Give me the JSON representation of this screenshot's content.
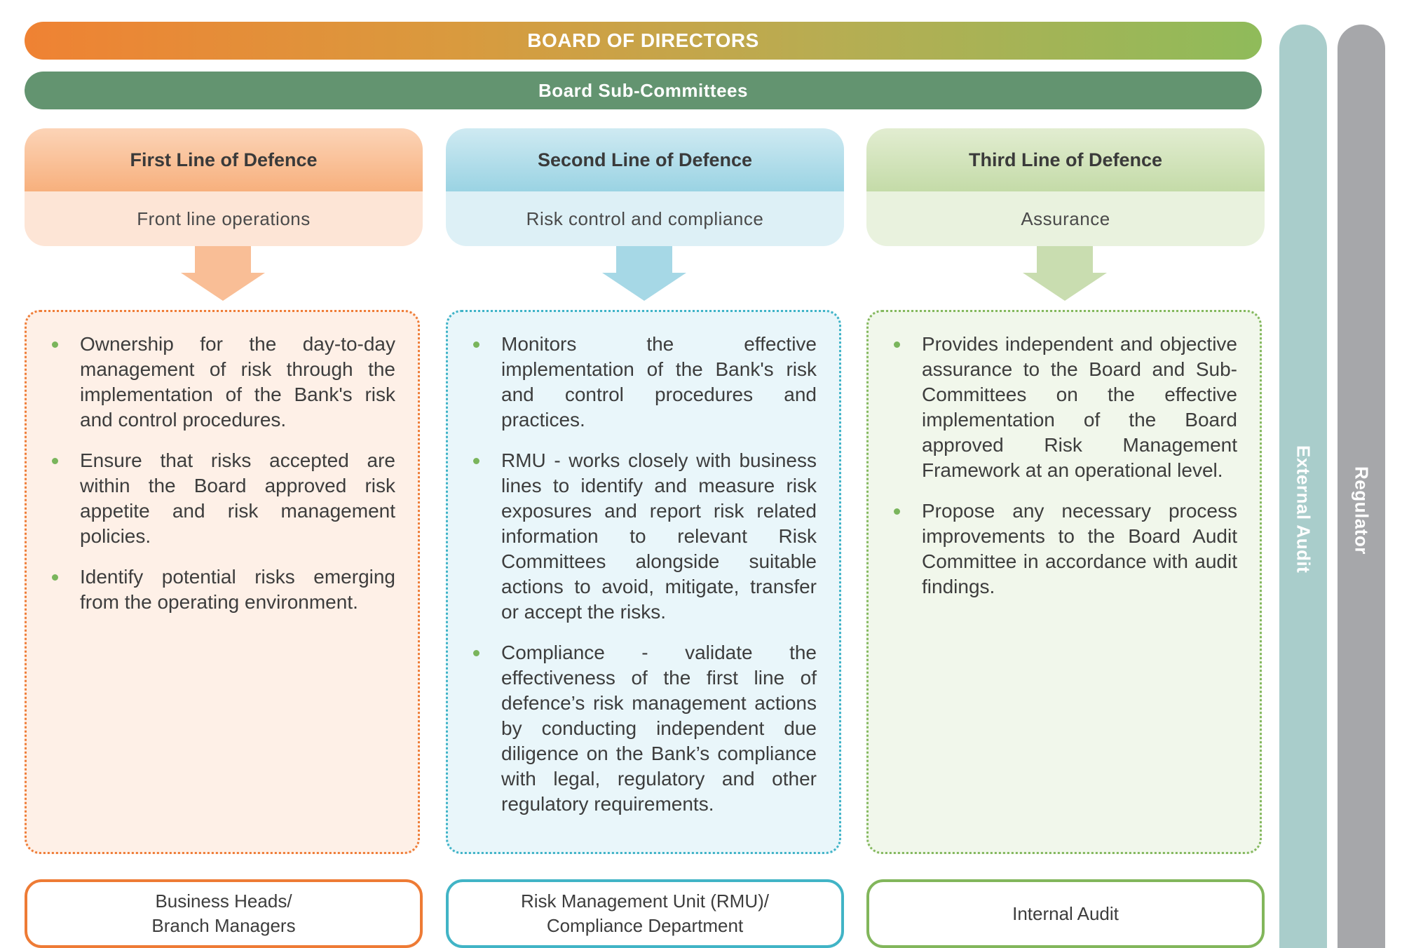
{
  "board": {
    "title": "BOARD OF DIRECTORS",
    "subcommittees": "Board Sub-Committees"
  },
  "side": {
    "external_audit": "External Audit",
    "regulator": "Regulator"
  },
  "colors": {
    "first": "#ef7d38",
    "second": "#3fb3c7",
    "third": "#84b85e",
    "arrow_first": "#f9be96",
    "arrow_second": "#a6d8e6",
    "arrow_third": "#c9ddb0"
  },
  "lines": [
    {
      "title": "First Line of Defence",
      "subtitle": "Front line operations",
      "bullets": [
        "Ownership for the day-to-day management of risk through the implementation of the Bank's risk and control procedures.",
        "Ensure that risks accepted are within the Board approved risk appetite and risk management policies.",
        "Identify potential risks emerging from the operating environment."
      ],
      "owner": "Business Heads/\nBranch Managers"
    },
    {
      "title": "Second Line of Defence",
      "subtitle": "Risk control and compliance",
      "bullets": [
        "Monitors the effective implementation of the Bank's risk and control procedures and practices.",
        "RMU - works closely with business lines to identify and measure risk exposures and report risk related information to relevant Risk Committees alongside suitable actions to avoid, mitigate, transfer or accept the risks.",
        "Compliance - validate the effectiveness of the first line of defence’s risk management actions by conducting independent due diligence on the  Bank’s compliance with legal, regulatory and other regulatory requirements."
      ],
      "owner": "Risk Management Unit (RMU)/\nCompliance Department"
    },
    {
      "title": "Third Line of Defence",
      "subtitle": "Assurance",
      "bullets": [
        "Provides independent and objective assurance to the Board and Sub-Committees on the effective implementation of the Board approved Risk Management Framework at an operational level.",
        "Propose any necessary process improvements to the Board Audit Committee in accordance with audit findings."
      ],
      "owner": "Internal Audit"
    }
  ]
}
